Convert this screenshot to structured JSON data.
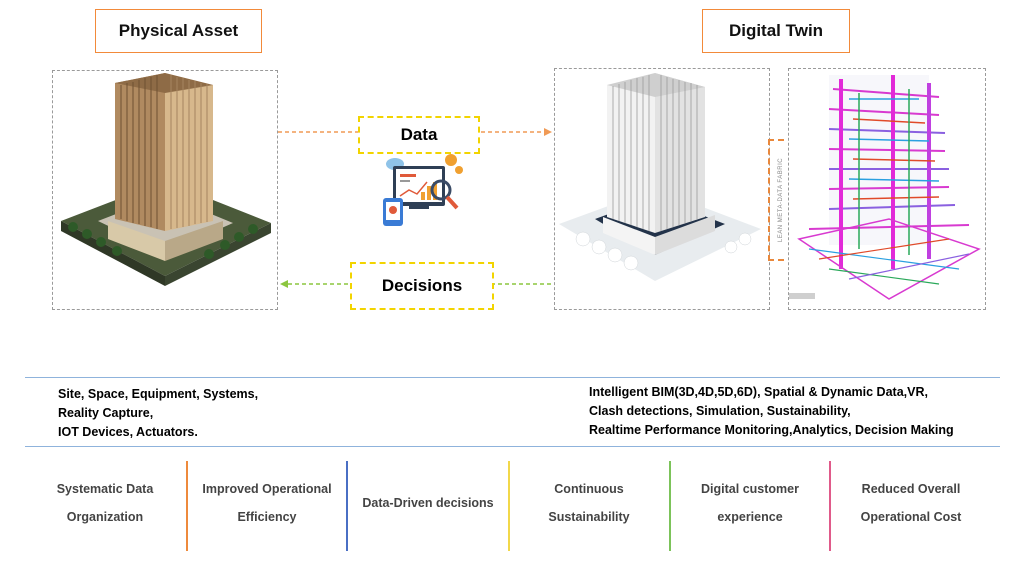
{
  "physical": {
    "title": "Physical Asset"
  },
  "digital": {
    "title": "Digital Twin"
  },
  "flow": {
    "data_label": "Data",
    "decisions_label": "Decisions"
  },
  "meta_fabric": "LEAN META-DATA FABRIC",
  "features": {
    "physical_lines": [
      "Site, Space, Equipment, Systems,",
      "Reality Capture,",
      "IOT Devices, Actuators."
    ],
    "digital_lines": [
      "Intelligent BIM(3D,4D,5D,6D), Spatial & Dynamic Data,VR,",
      "Clash detections, Simulation, Sustainability,",
      "Realtime Performance Monitoring,Analytics, Decision Making"
    ]
  },
  "benefits": [
    {
      "line1": "Systematic Data",
      "line2": "Organization",
      "divider_color": "#ee8a3c"
    },
    {
      "line1": "Improved Operational",
      "line2": "Efficiency",
      "divider_color": "#4a6fc4"
    },
    {
      "line1": "Data-Driven decisions",
      "line2": "",
      "divider_color": "#f2d84a"
    },
    {
      "line1": "Continuous",
      "line2": "Sustainability",
      "divider_color": "#7cc35a"
    },
    {
      "line1": "Digital customer",
      "line2": "experience",
      "divider_color": "#e05a8a"
    },
    {
      "line1": "Reduced Overall",
      "line2": "Operational Cost",
      "divider_color": ""
    }
  ],
  "colors": {
    "title_border": "#f28a3a",
    "label_border": "#f2d400",
    "data_arrow": "#f09a55",
    "decision_arrow": "#8cc63f",
    "rule": "#8fb3dc"
  }
}
